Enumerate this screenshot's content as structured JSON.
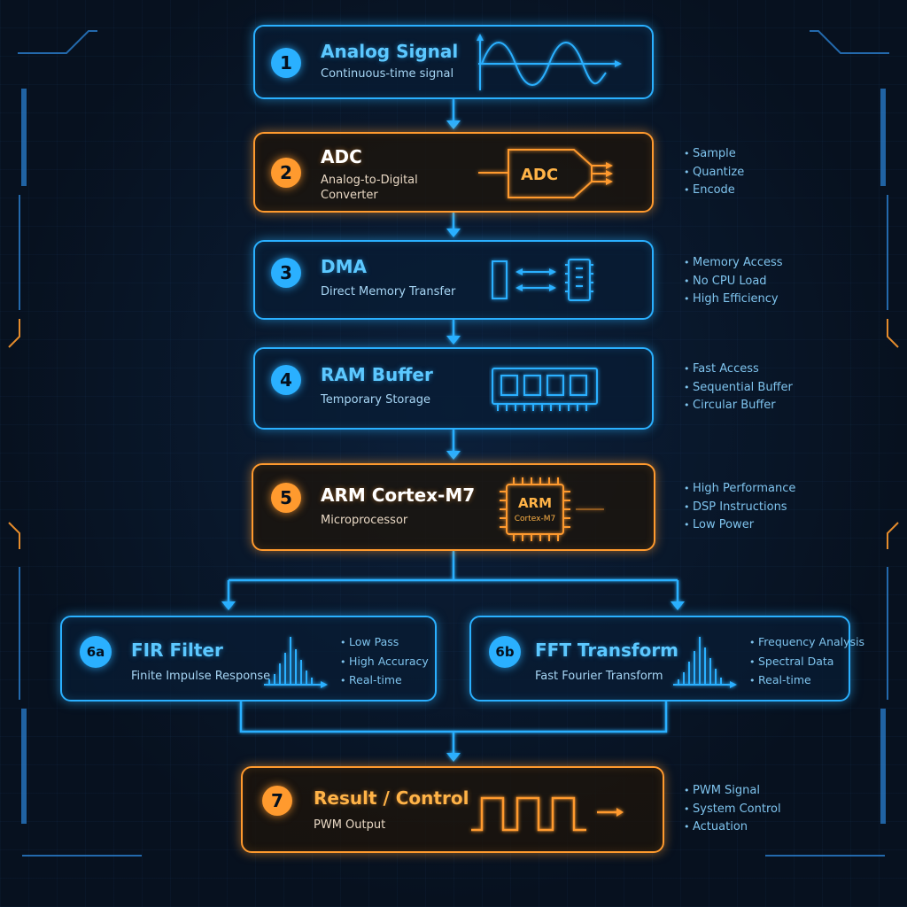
{
  "stages": [
    {
      "number": "1",
      "title": "Analog Signal",
      "subtitle": "Continuous-time signal",
      "icon": "sine-wave-icon",
      "notes": []
    },
    {
      "number": "2",
      "title": "ADC",
      "subtitle": [
        "Analog-to-Digital",
        "Converter"
      ],
      "icon": "adc-block-icon",
      "icon_text": "ADC",
      "notes": [
        "Sample",
        "Quantize",
        "Encode"
      ]
    },
    {
      "number": "3",
      "title": "DMA",
      "subtitle": "Direct Memory Transfer",
      "icon": "memory-transfer-icon",
      "notes": [
        "Memory Access",
        "No CPU Load",
        "High Efficiency"
      ]
    },
    {
      "number": "4",
      "title": "RAM Buffer",
      "subtitle": "Temporary Storage",
      "icon": "ram-module-icon",
      "notes": [
        "Fast Access",
        "Sequential Buffer",
        "Circular Buffer"
      ]
    },
    {
      "number": "5",
      "title": "ARM Cortex-M7",
      "subtitle": "Microprocessor",
      "icon": "chip-icon",
      "icon_text": [
        "ARM",
        "Cortex-M7"
      ],
      "notes": [
        "High Performance",
        "DSP Instructions",
        "Low Power"
      ]
    },
    {
      "number": "6a",
      "title": "FIR Filter",
      "subtitle": "Finite Impulse Response",
      "icon": "spectrum-bars-icon",
      "notes": [
        "Low Pass",
        "High Accuracy",
        "Real-time"
      ]
    },
    {
      "number": "6b",
      "title": "FFT Transform",
      "subtitle": "Fast Fourier Transform",
      "icon": "spectrum-bars-icon",
      "notes": [
        "Frequency Analysis",
        "Spectral Data",
        "Real-time"
      ]
    },
    {
      "number": "7",
      "title": "Result / Control",
      "subtitle": "PWM Output",
      "icon": "square-wave-icon",
      "notes": [
        "PWM Signal",
        "System Control",
        "Actuation"
      ]
    }
  ],
  "colors": {
    "background": "#07111f",
    "accent_blue": "#2ab0ff",
    "accent_orange": "#ff9a2e"
  }
}
